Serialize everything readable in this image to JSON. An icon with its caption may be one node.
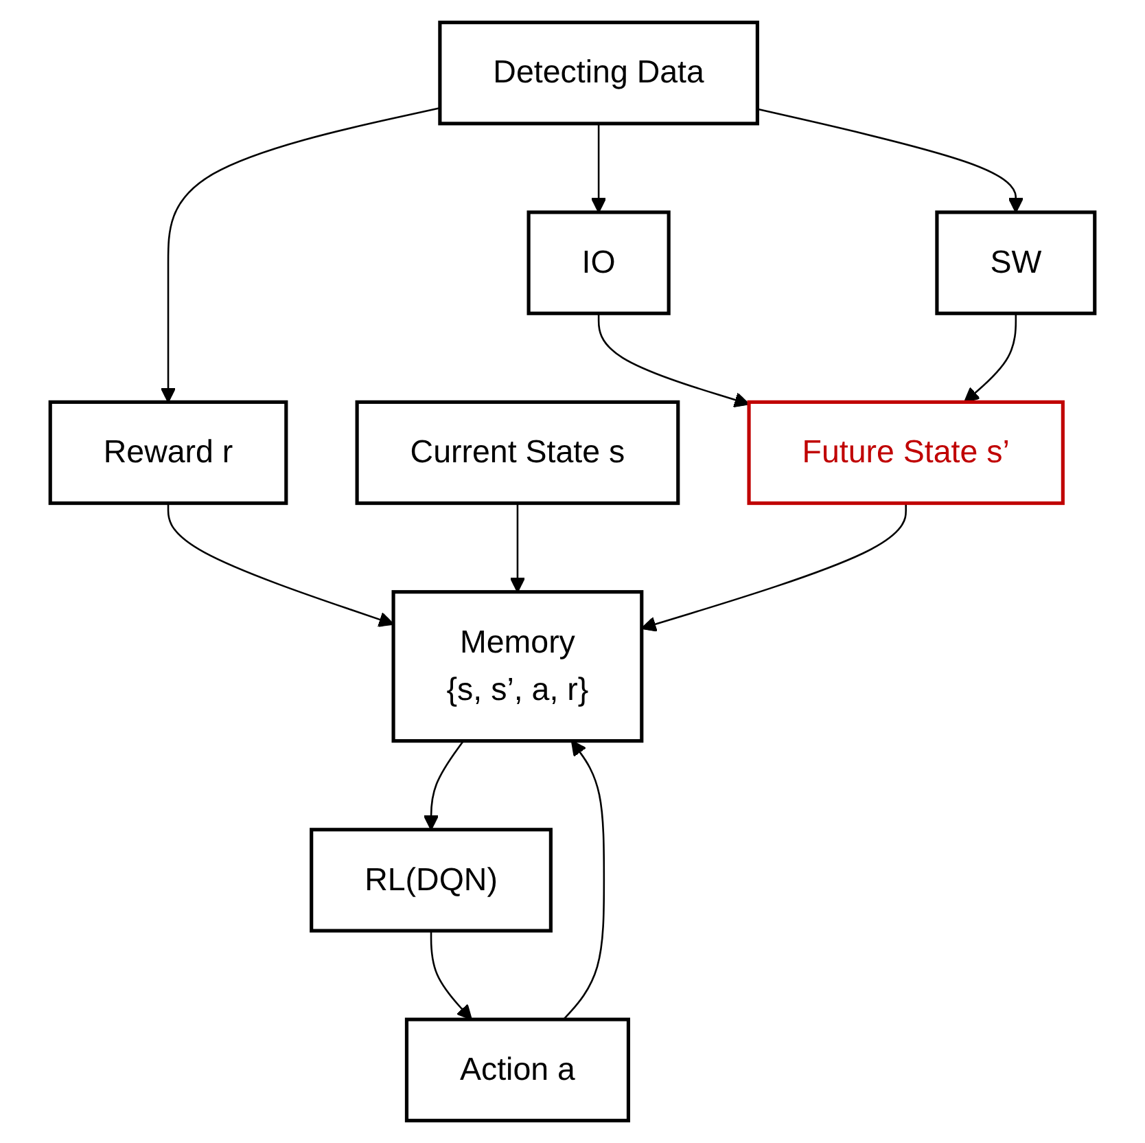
{
  "diagram": {
    "nodes": [
      {
        "text": [
          "Detecting Data"
        ]
      },
      {
        "text": [
          "Reward r"
        ]
      },
      {
        "text": [
          "IO"
        ]
      },
      {
        "text": [
          "SW"
        ]
      },
      {
        "text": [
          "Memory",
          "{s, s’, a, r}"
        ]
      },
      {
        "text": [
          "Current State s"
        ]
      },
      {
        "text": [
          "RL(DQN)"
        ]
      },
      {
        "text": [
          "Future State s’"
        ]
      },
      {
        "text": [
          "Action a"
        ]
      }
    ],
    "edges": [
      {
        "from": 0,
        "to": 1,
        "arrow": "to"
      },
      {
        "from": 0,
        "to": 2,
        "arrow": "to"
      },
      {
        "from": 0,
        "to": 3,
        "arrow": "to"
      },
      {
        "from": 1,
        "to": 4,
        "arrow": "to"
      },
      {
        "from": 2,
        "to": 7,
        "arrow": "to"
      },
      {
        "from": 3,
        "to": 7,
        "arrow": "to"
      },
      {
        "from": 4,
        "to": 6,
        "arrow": "to"
      },
      {
        "from": 6,
        "to": 8,
        "arrow": "to"
      },
      {
        "from": 8,
        "to": 4,
        "arrow": "to"
      },
      {
        "from": 5,
        "to": 4,
        "arrow": "to"
      },
      {
        "from": 7,
        "to": 4,
        "arrow": "to"
      }
    ]
  }
}
